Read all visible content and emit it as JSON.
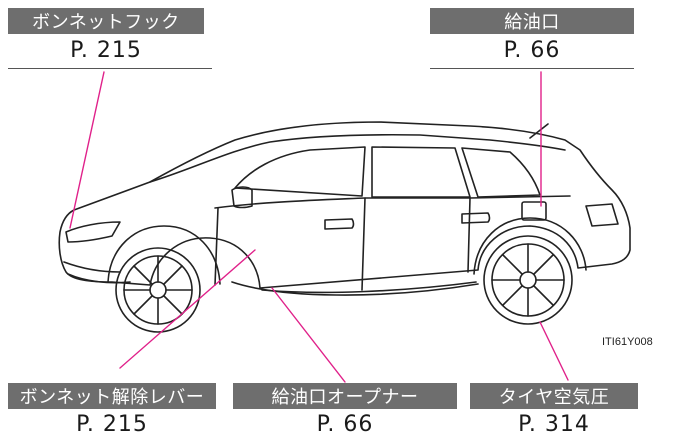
{
  "callouts": {
    "hood_hook": {
      "label": "ボンネットフック",
      "page": "P. 215"
    },
    "fuel_filler": {
      "label": "給油口",
      "page": "P. 66"
    },
    "hood_release": {
      "label": "ボンネット解除レバー",
      "page": "P. 215"
    },
    "fuel_opener": {
      "label": "給油口オープナー",
      "page": "P. 66"
    },
    "tires": {
      "label": "タイヤ空気圧",
      "page": "P. 314"
    }
  },
  "diagram_code": "ITI61Y008",
  "colors": {
    "label_bg": "#6e6e6e",
    "leader": "#e0218a",
    "outline": "#222222"
  }
}
